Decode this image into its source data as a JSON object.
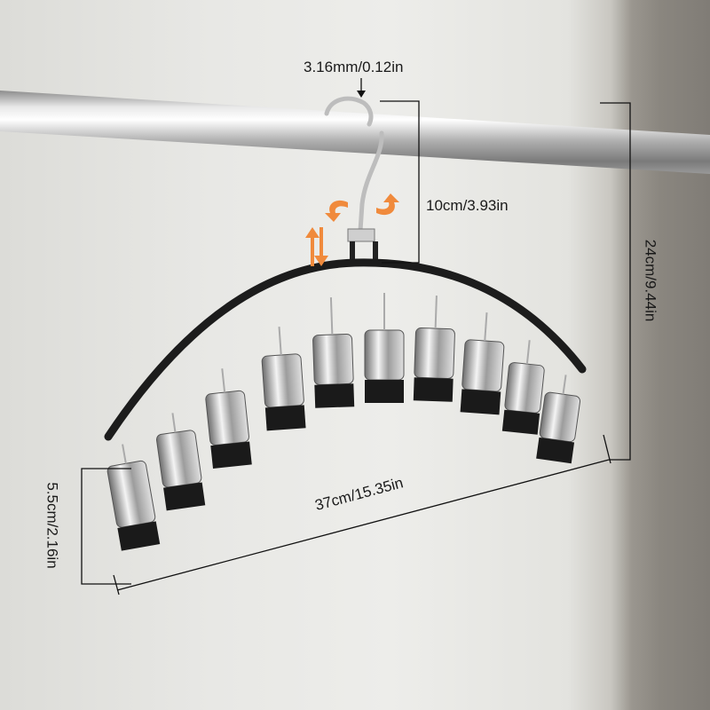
{
  "product": {
    "description": "Stainless steel clip hanger with 10 clips, rotating hook on rail",
    "clip_count": 10
  },
  "dimensions": {
    "hook_wire": "3.16mm/0.12in",
    "hook_height": "10cm/3.93in",
    "total_height": "24cm/9.44in",
    "width": "37cm/15.35in",
    "clip_height": "5.5cm/2.16in"
  },
  "colors": {
    "arrow_accent": "#f08a3c",
    "frame": "#1c1c1c",
    "rail": "#a8a8a8",
    "dimension_lines": "#111111"
  }
}
